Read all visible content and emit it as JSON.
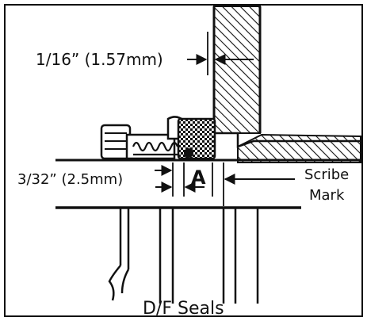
{
  "labels": {
    "top_dimension": "1/16” (1.57mm)",
    "left_dimension": "3/32” (2.5mm)",
    "marker_letter": "A",
    "scribe_line1": "Scribe",
    "scribe_line2": "Mark",
    "caption": "D/F Seals"
  },
  "colors": {
    "ink": "#111111",
    "background": "#ffffff"
  }
}
